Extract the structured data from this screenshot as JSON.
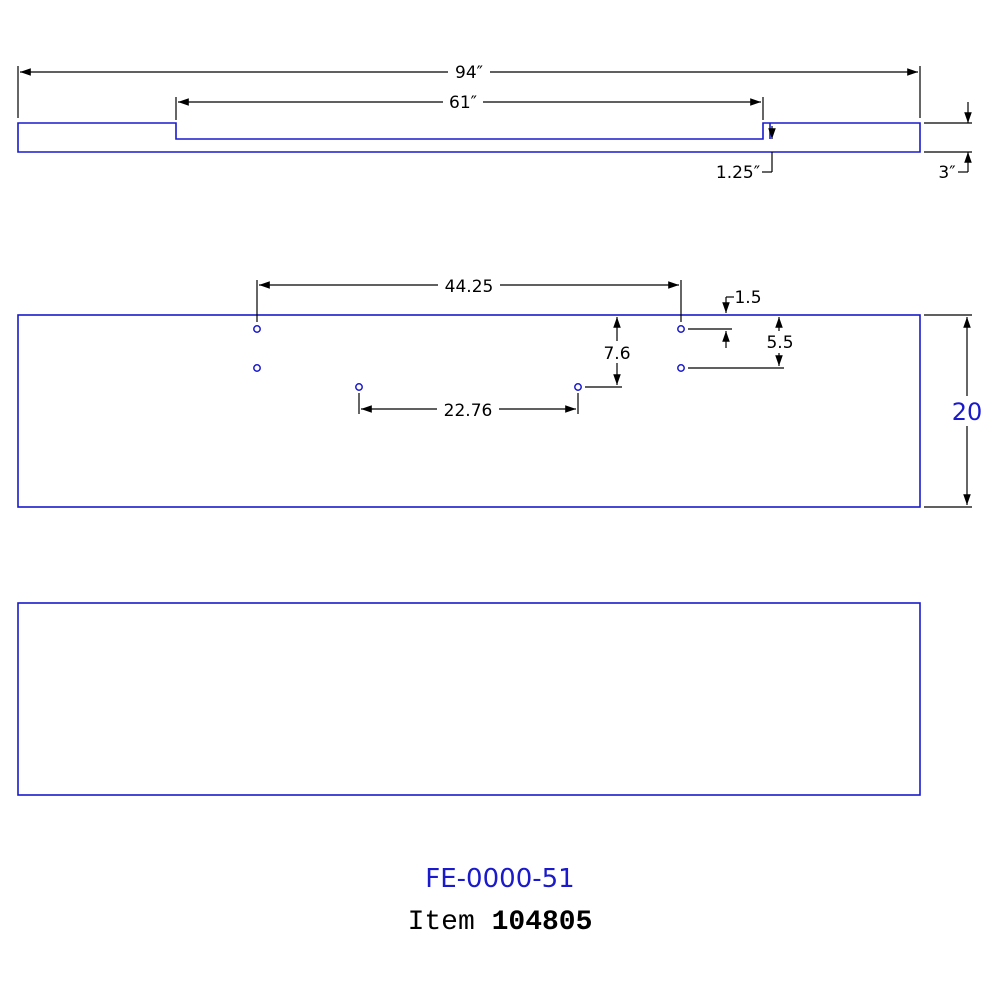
{
  "side_view": {
    "overall_length": "94″",
    "notch_length": "61″",
    "notch_depth": "1.25″",
    "thickness": "3″"
  },
  "top_view": {
    "hole_spacing_long": "44.25",
    "hole_spacing_short": "22.76",
    "vertical_offset": "7.6",
    "edge_offset": "1.5",
    "hole_pair_spacing": "5.5",
    "width": "20"
  },
  "title_block": {
    "part_number": "FE-0000-51",
    "item_label": "Item",
    "item_number": "104805"
  },
  "colors": {
    "part_outline": "#1a1acc",
    "dimension": "#000000"
  }
}
